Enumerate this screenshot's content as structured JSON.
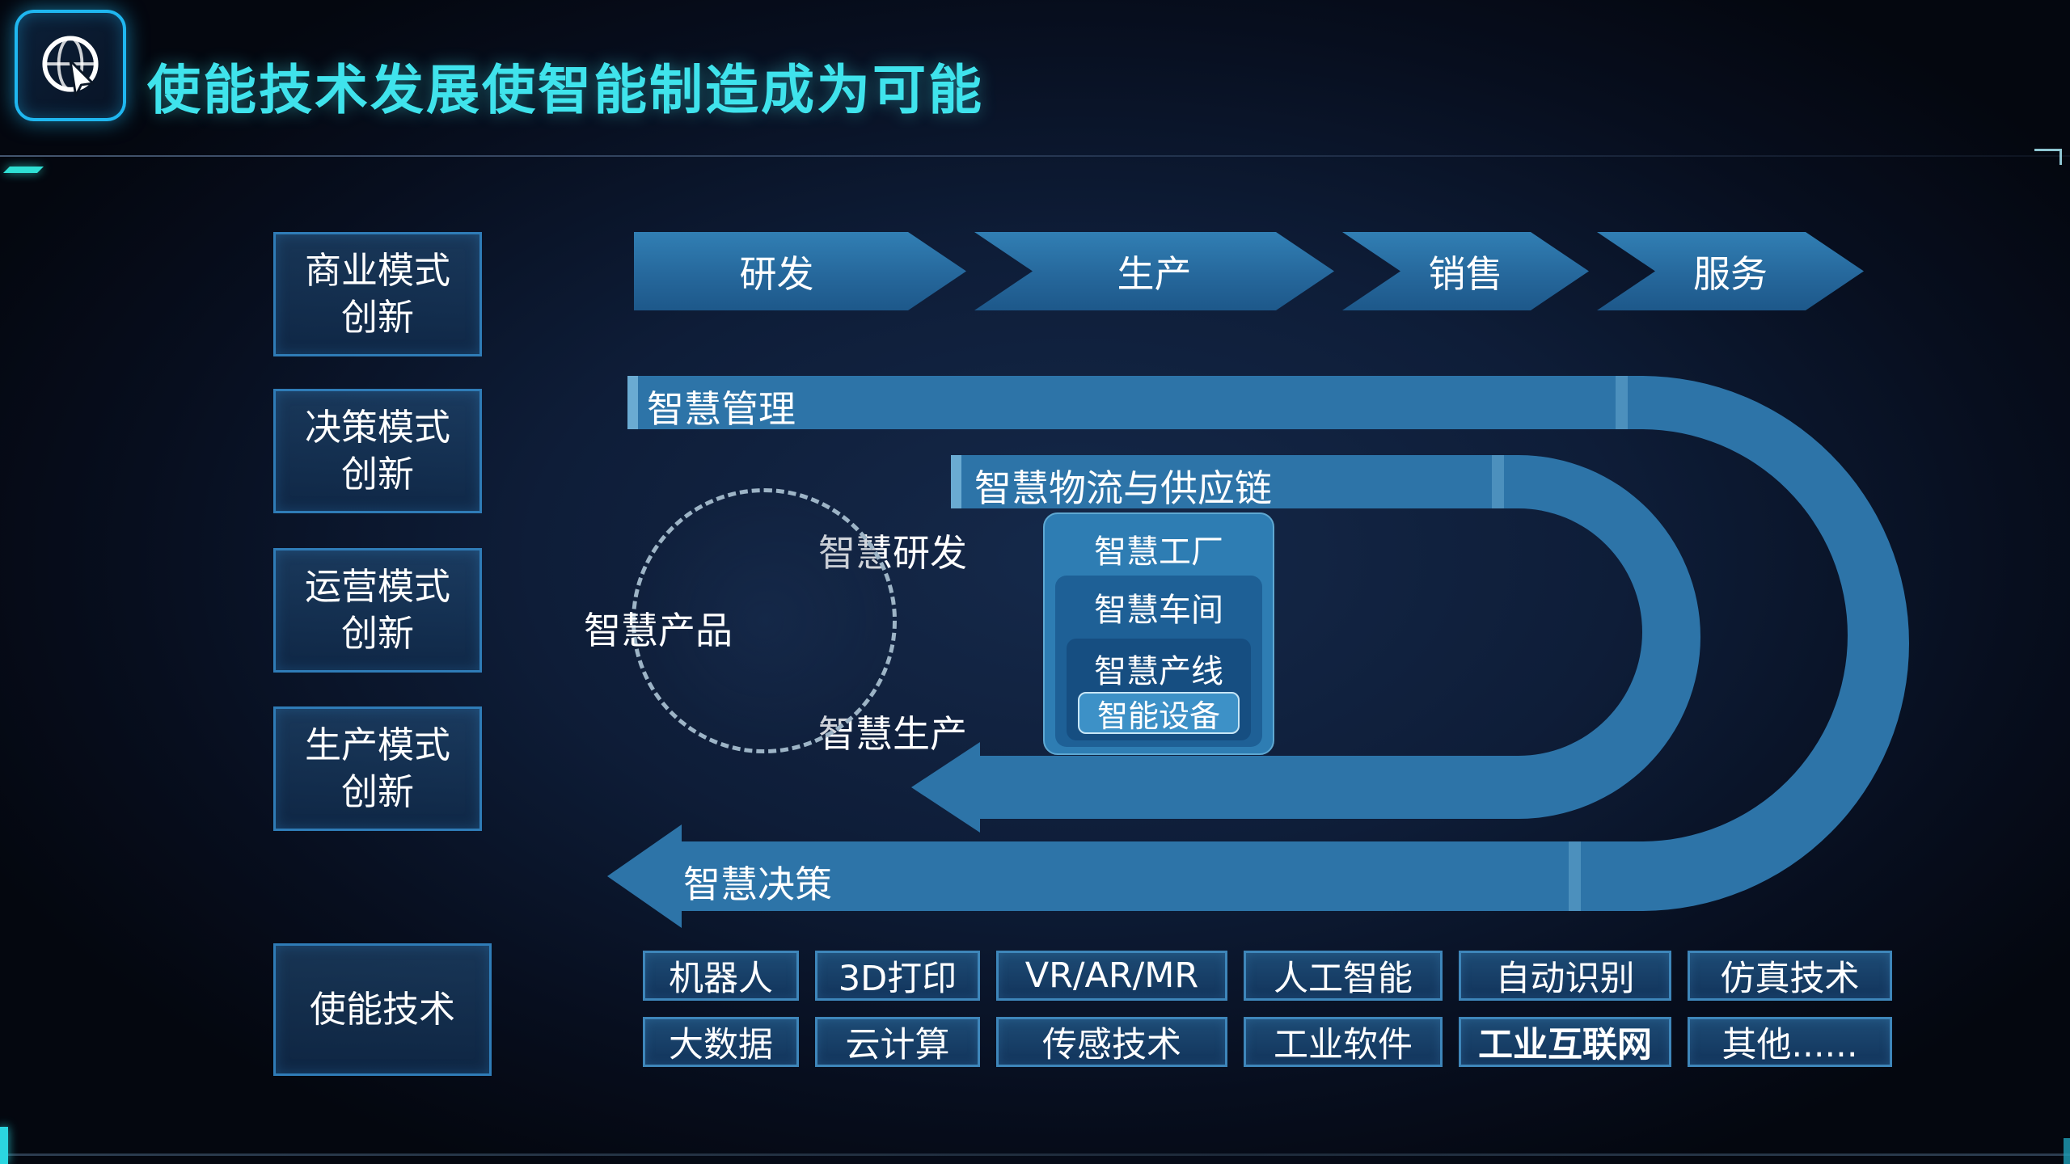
{
  "header": {
    "title": "使能技术发展使智能制造成为可能"
  },
  "left_panel": {
    "boxes": [
      {
        "line1": "商业模式",
        "line2": "创新"
      },
      {
        "line1": "决策模式",
        "line2": "创新"
      },
      {
        "line1": "运营模式",
        "line2": "创新"
      },
      {
        "line1": "生产模式",
        "line2": "创新"
      }
    ],
    "enabling": "使能技术"
  },
  "process": {
    "steps": [
      "研发",
      "生产",
      "销售",
      "服务"
    ]
  },
  "loop": {
    "outer_top_label": "智慧管理",
    "inner_top_label": "智慧物流与供应链",
    "decision_label": "智慧决策",
    "rd_label": "智慧研发",
    "product_label": "智慧产品",
    "production_label": "智慧生产",
    "nested_boxes": [
      "智慧工厂",
      "智慧车间",
      "智慧产线",
      "智能设备"
    ]
  },
  "tech_grid": {
    "rows": [
      [
        "机器人",
        "3D打印",
        "VR/AR/MR",
        "人工智能",
        "自动识别",
        "仿真技术"
      ],
      [
        "大数据",
        "云计算",
        "传感技术",
        "工业软件",
        "工业互联网",
        "其他......"
      ]
    ]
  },
  "colors": {
    "accent_cyan": "#3FE3EC",
    "loop_blue": "#2D74A8",
    "box_border_blue": "#2F7CB7",
    "tech_border_blue": "#3E86BA",
    "background": "#0A1428"
  }
}
